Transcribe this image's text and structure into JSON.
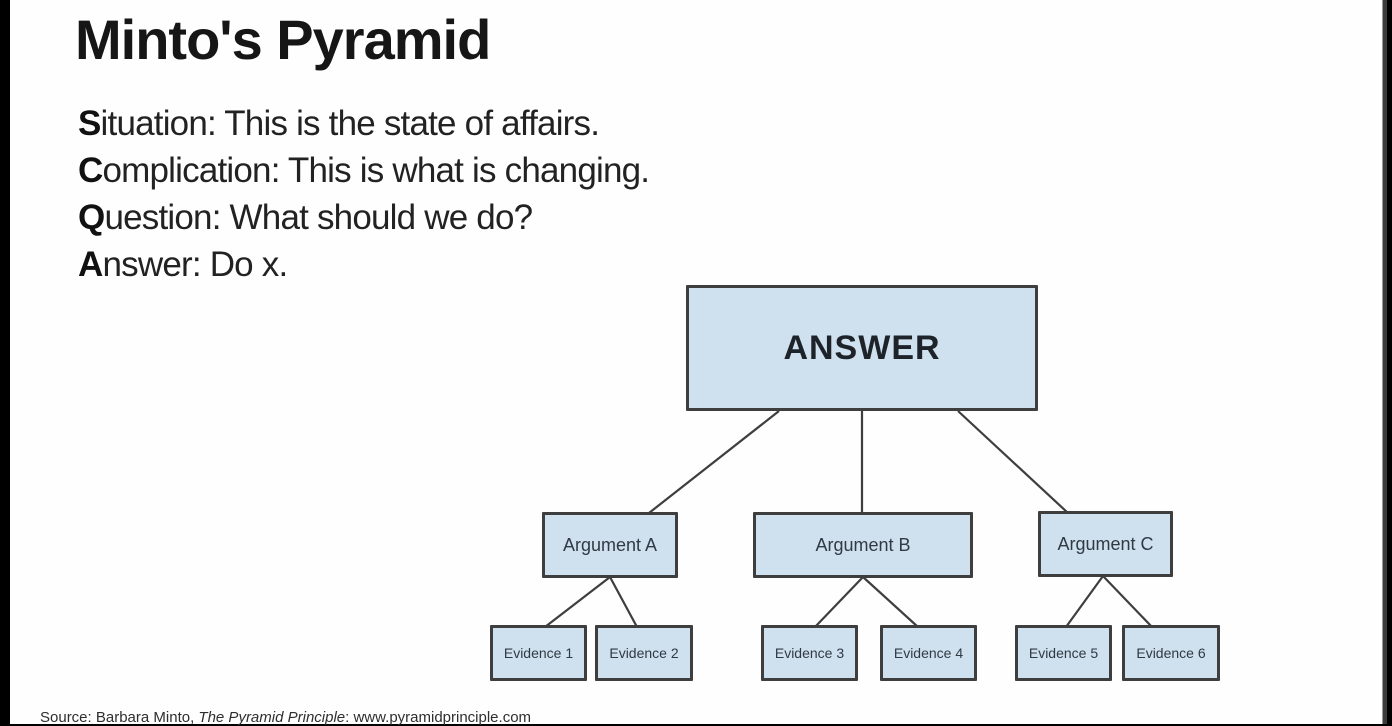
{
  "slide": {
    "title": "Minto's Pyramid",
    "scqa": [
      {
        "lead": "S",
        "rest": "ituation: This is the state of affairs."
      },
      {
        "lead": "C",
        "rest": "omplication: This is what is changing."
      },
      {
        "lead": "Q",
        "rest": "uestion: What should we do?"
      },
      {
        "lead": "A",
        "rest": "nswer: Do x."
      }
    ],
    "source": {
      "prefix": "Source: Barbara Minto, ",
      "book_title": "The Pyramid Principle",
      "suffix": ": www.pyramidprinciple.com"
    }
  },
  "diagram": {
    "box_fill_color": "#cfe0ee",
    "box_border_color": "#3e3e3e",
    "answer": {
      "label": "ANSWER"
    },
    "arguments": [
      {
        "label": "Argument A"
      },
      {
        "label": "Argument B"
      },
      {
        "label": "Argument C"
      }
    ],
    "evidence": [
      {
        "label": "Evidence 1"
      },
      {
        "label": "Evidence 2"
      },
      {
        "label": "Evidence 3"
      },
      {
        "label": "Evidence 4"
      },
      {
        "label": "Evidence 5"
      },
      {
        "label": "Evidence 6"
      }
    ],
    "edges": [
      [
        "ANSWER",
        "Argument A"
      ],
      [
        "ANSWER",
        "Argument B"
      ],
      [
        "ANSWER",
        "Argument C"
      ],
      [
        "Argument A",
        "Evidence 1"
      ],
      [
        "Argument A",
        "Evidence 2"
      ],
      [
        "Argument B",
        "Evidence 3"
      ],
      [
        "Argument B",
        "Evidence 4"
      ],
      [
        "Argument C",
        "Evidence 5"
      ],
      [
        "Argument C",
        "Evidence 6"
      ]
    ]
  }
}
